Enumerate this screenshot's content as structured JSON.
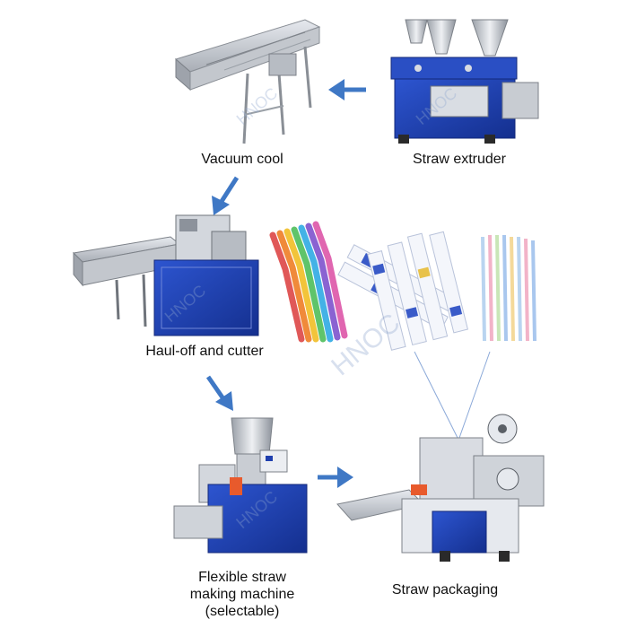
{
  "steps": {
    "vacuum_cool": "Vacuum cool",
    "straw_extruder": "Straw extruder",
    "hauloff_cutter": "Haul-off and cutter",
    "flexible_line1": "Flexible straw",
    "flexible_line2": "making machine",
    "flexible_line3": "(selectable)",
    "straw_packaging": "Straw packaging"
  },
  "colors": {
    "arrow": "#3f78c5",
    "machine_blue": "#1f3fae",
    "steel": "#c9cdd3",
    "watermark": "#8fa6cf"
  },
  "watermark": "HNOC",
  "icons": [
    "arrow-left-icon",
    "arrow-down-icon",
    "arrow-right-icon"
  ]
}
